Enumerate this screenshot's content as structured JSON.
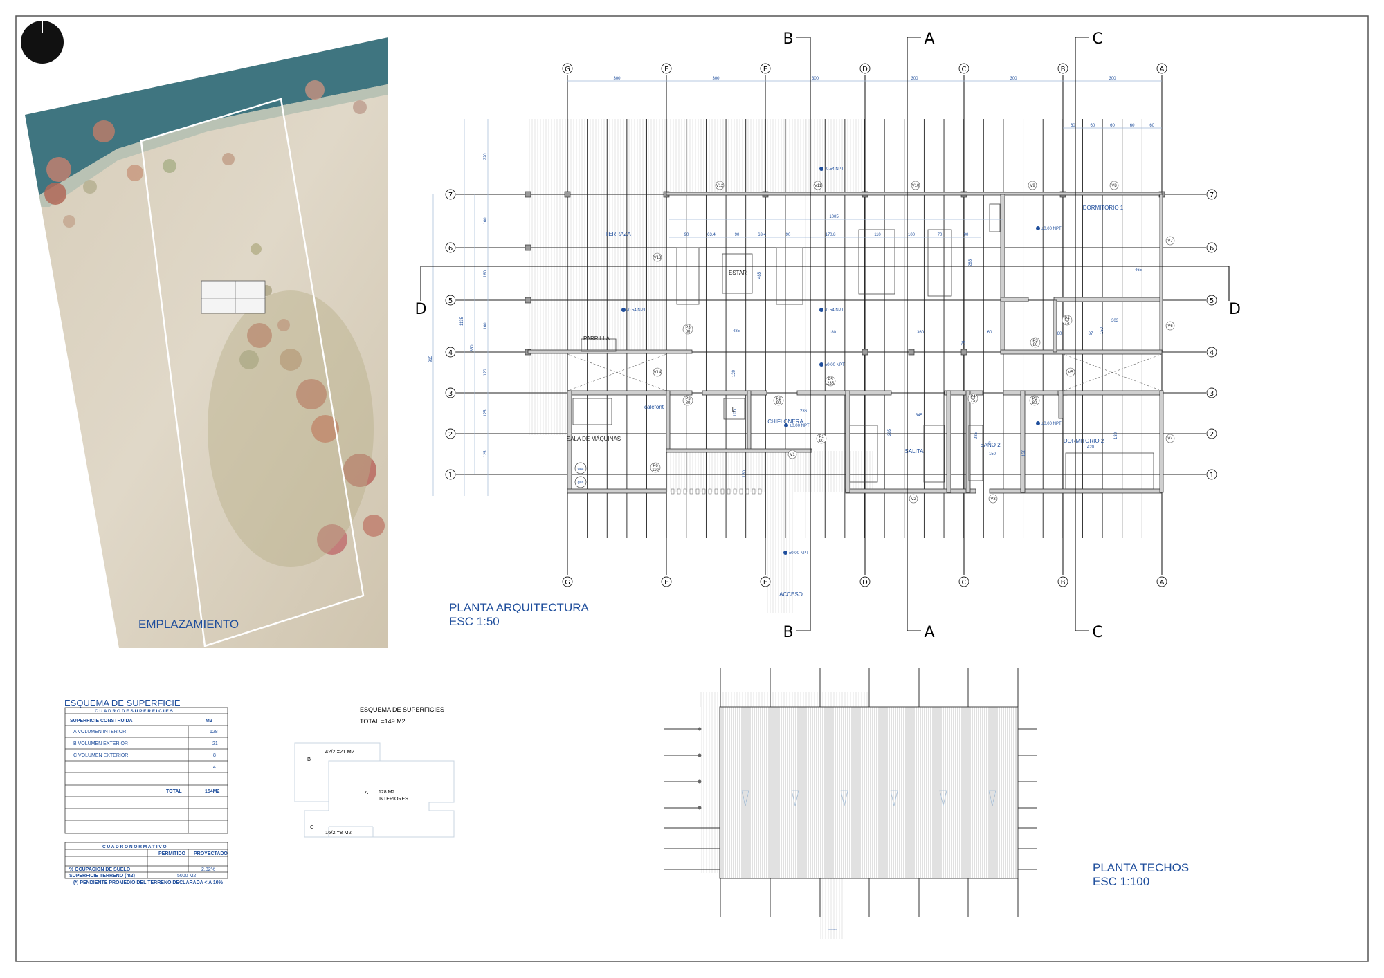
{
  "colors": {
    "accent": "#1f4e9c",
    "line": "#333333",
    "water": "#3f7580",
    "terrain": "#d9d0bf"
  },
  "sheet": {
    "north_arrow": "north-arrow-icon"
  },
  "site": {
    "title": "EMPLAZAMIENTO"
  },
  "plan": {
    "title": "PLANTA ARQUITECTURA",
    "scale": "ESC 1:50",
    "grid_columns": [
      "G",
      "F",
      "E",
      "D",
      "C",
      "B",
      "A"
    ],
    "grid_rows": [
      "7",
      "6",
      "5",
      "4",
      "3",
      "2",
      "1"
    ],
    "sections": {
      "a": "A",
      "b": "B",
      "c": "C",
      "d": "D"
    },
    "rooms": [
      "TERRAZA",
      "ESTAR",
      "PARRILLA",
      "SALA DE MÁQUINAS",
      "calefont",
      "CHIFLONERA",
      "SALITA",
      "BAÑO 2",
      "DORMITORIO 1",
      "DORMITORIO 2",
      "ACCESO",
      "gas",
      "gas",
      "L"
    ],
    "levels": [
      "-0.54 NPT",
      "-0.54 NPT",
      "-0.54 NPT",
      "±0.00 NPT",
      "±0.00 NPT",
      "±0.00 NPT",
      "±0.00 NPT",
      "±0.00 NPT"
    ],
    "windows": [
      "V1",
      "V2",
      "V3",
      "V4",
      "V5",
      "V6",
      "V7",
      "V8",
      "V9",
      "V10",
      "V11",
      "V12",
      "V13",
      "V14"
    ],
    "doors": [
      {
        "id": "P1",
        "width": "90"
      },
      {
        "id": "P2",
        "width": "90"
      },
      {
        "id": "P3",
        "width": "80"
      },
      {
        "id": "P3",
        "width": "80"
      },
      {
        "id": "P3",
        "width": "80"
      },
      {
        "id": "P3",
        "width": "80"
      },
      {
        "id": "P4",
        "width": "75"
      },
      {
        "id": "P4",
        "width": "75"
      },
      {
        "id": "P5",
        "width": "235"
      },
      {
        "id": "P6",
        "width": "110"
      }
    ],
    "dimensions": {
      "top": [
        "300",
        "300",
        "300",
        "300",
        "300",
        "300"
      ],
      "bedroom_modules": [
        "60",
        "60",
        "60",
        "60",
        "60"
      ],
      "left_chain": [
        "220",
        "160",
        "160",
        "160",
        "120",
        "125",
        "125"
      ],
      "left_totals": [
        "915",
        "1135",
        "850"
      ],
      "interior_chain": [
        "90",
        "63.4",
        "90",
        "63.4",
        "90",
        "170.8",
        "110",
        "100",
        "70",
        "90"
      ],
      "other": [
        "1005",
        "485",
        "485",
        "180",
        "360",
        "60",
        "70",
        "285",
        "465",
        "60",
        "87",
        "150",
        "303",
        "236",
        "345",
        "285",
        "285",
        "150",
        "150",
        "120",
        "100",
        "150",
        "130",
        "420"
      ]
    }
  },
  "roof": {
    "title": "PLANTA TECHOS",
    "scale": "ESC 1:100",
    "access_label": "ACCESO"
  },
  "surface_table": {
    "heading": "ESQUEMA DE SUPERFICIE",
    "caption": "C U A D R O   D E   S U P E R F I C I E S",
    "col_label": "SUPERFICIE CONSTRUIDA",
    "col_unit": "M2",
    "rows": [
      {
        "label": "A VOLUMEN INTERIOR",
        "value": "128"
      },
      {
        "label": "B VOLUMEN  EXTERIOR",
        "value": "21"
      },
      {
        "label": "C VOLUMEN  EXTERIOR",
        "value": "8"
      },
      {
        "label": "",
        "value": "4"
      }
    ],
    "total_label": "TOTAL",
    "total_value": "154M2"
  },
  "normative_table": {
    "caption": "C U A D R O   N O R M A T I V O",
    "col_permitted": "PERMITIDO",
    "col_projected": "PROYECTADO",
    "occupation_label": "% OCUPACION DE SUELO",
    "occupation_value": "2.82%",
    "land_label": "SUPERFICIE TERRENO (m2)",
    "land_value": "5000 M2",
    "footnote": "(*) PENDIENTE PROMEDIO DEL TERRENO DECLARADA < A 10%"
  },
  "scheme": {
    "title": "ESQUEMA  DE  SUPERFICIES",
    "total": "TOTAL =149 M2",
    "b_label": "B",
    "b_area": "42/2 =21 M2",
    "a_label": "A",
    "a_area": "128 M2",
    "a_note": "INTERIORES",
    "c_label": "C",
    "c_area": "16/2 =8 M2"
  }
}
